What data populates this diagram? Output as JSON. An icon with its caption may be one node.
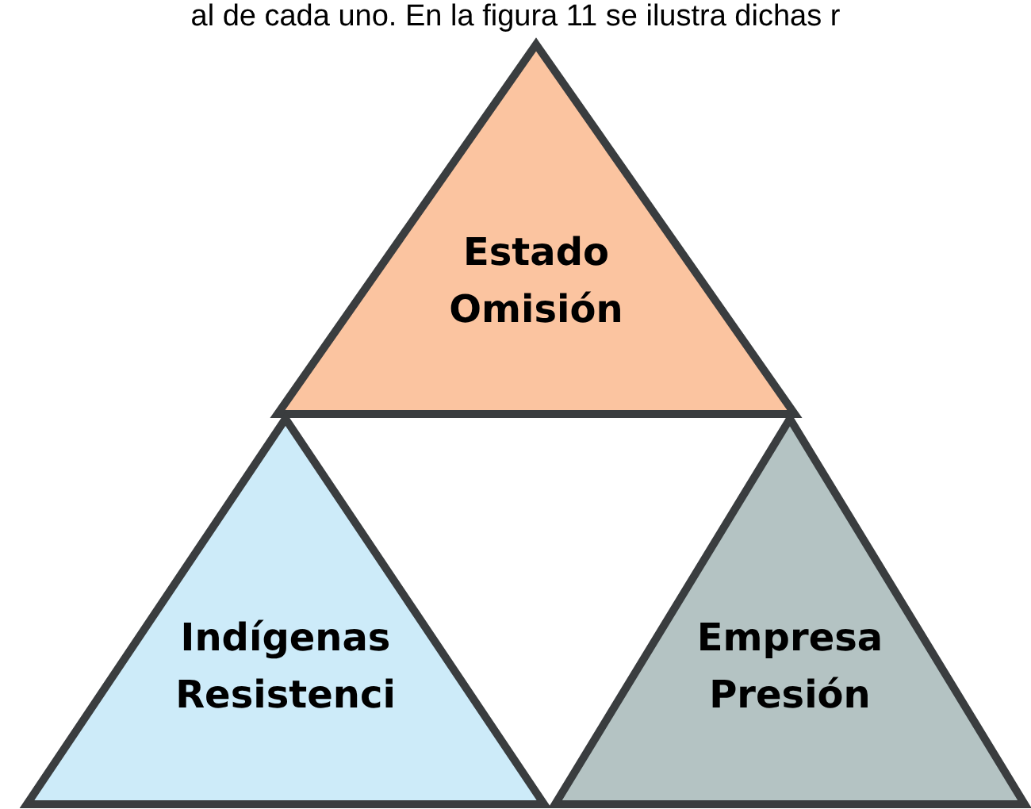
{
  "diagram": {
    "nodes": [
      {
        "text": [
          "Estado Omisión"
        ]
      },
      {
        "text": [
          "Indígenas Resistenci"
        ]
      },
      {
        "text": [
          "Empresa Presión"
        ]
      }
    ],
    "labels": [
      "al de cada uno. En la figura 11 se ilustra dichas r"
    ]
  }
}
